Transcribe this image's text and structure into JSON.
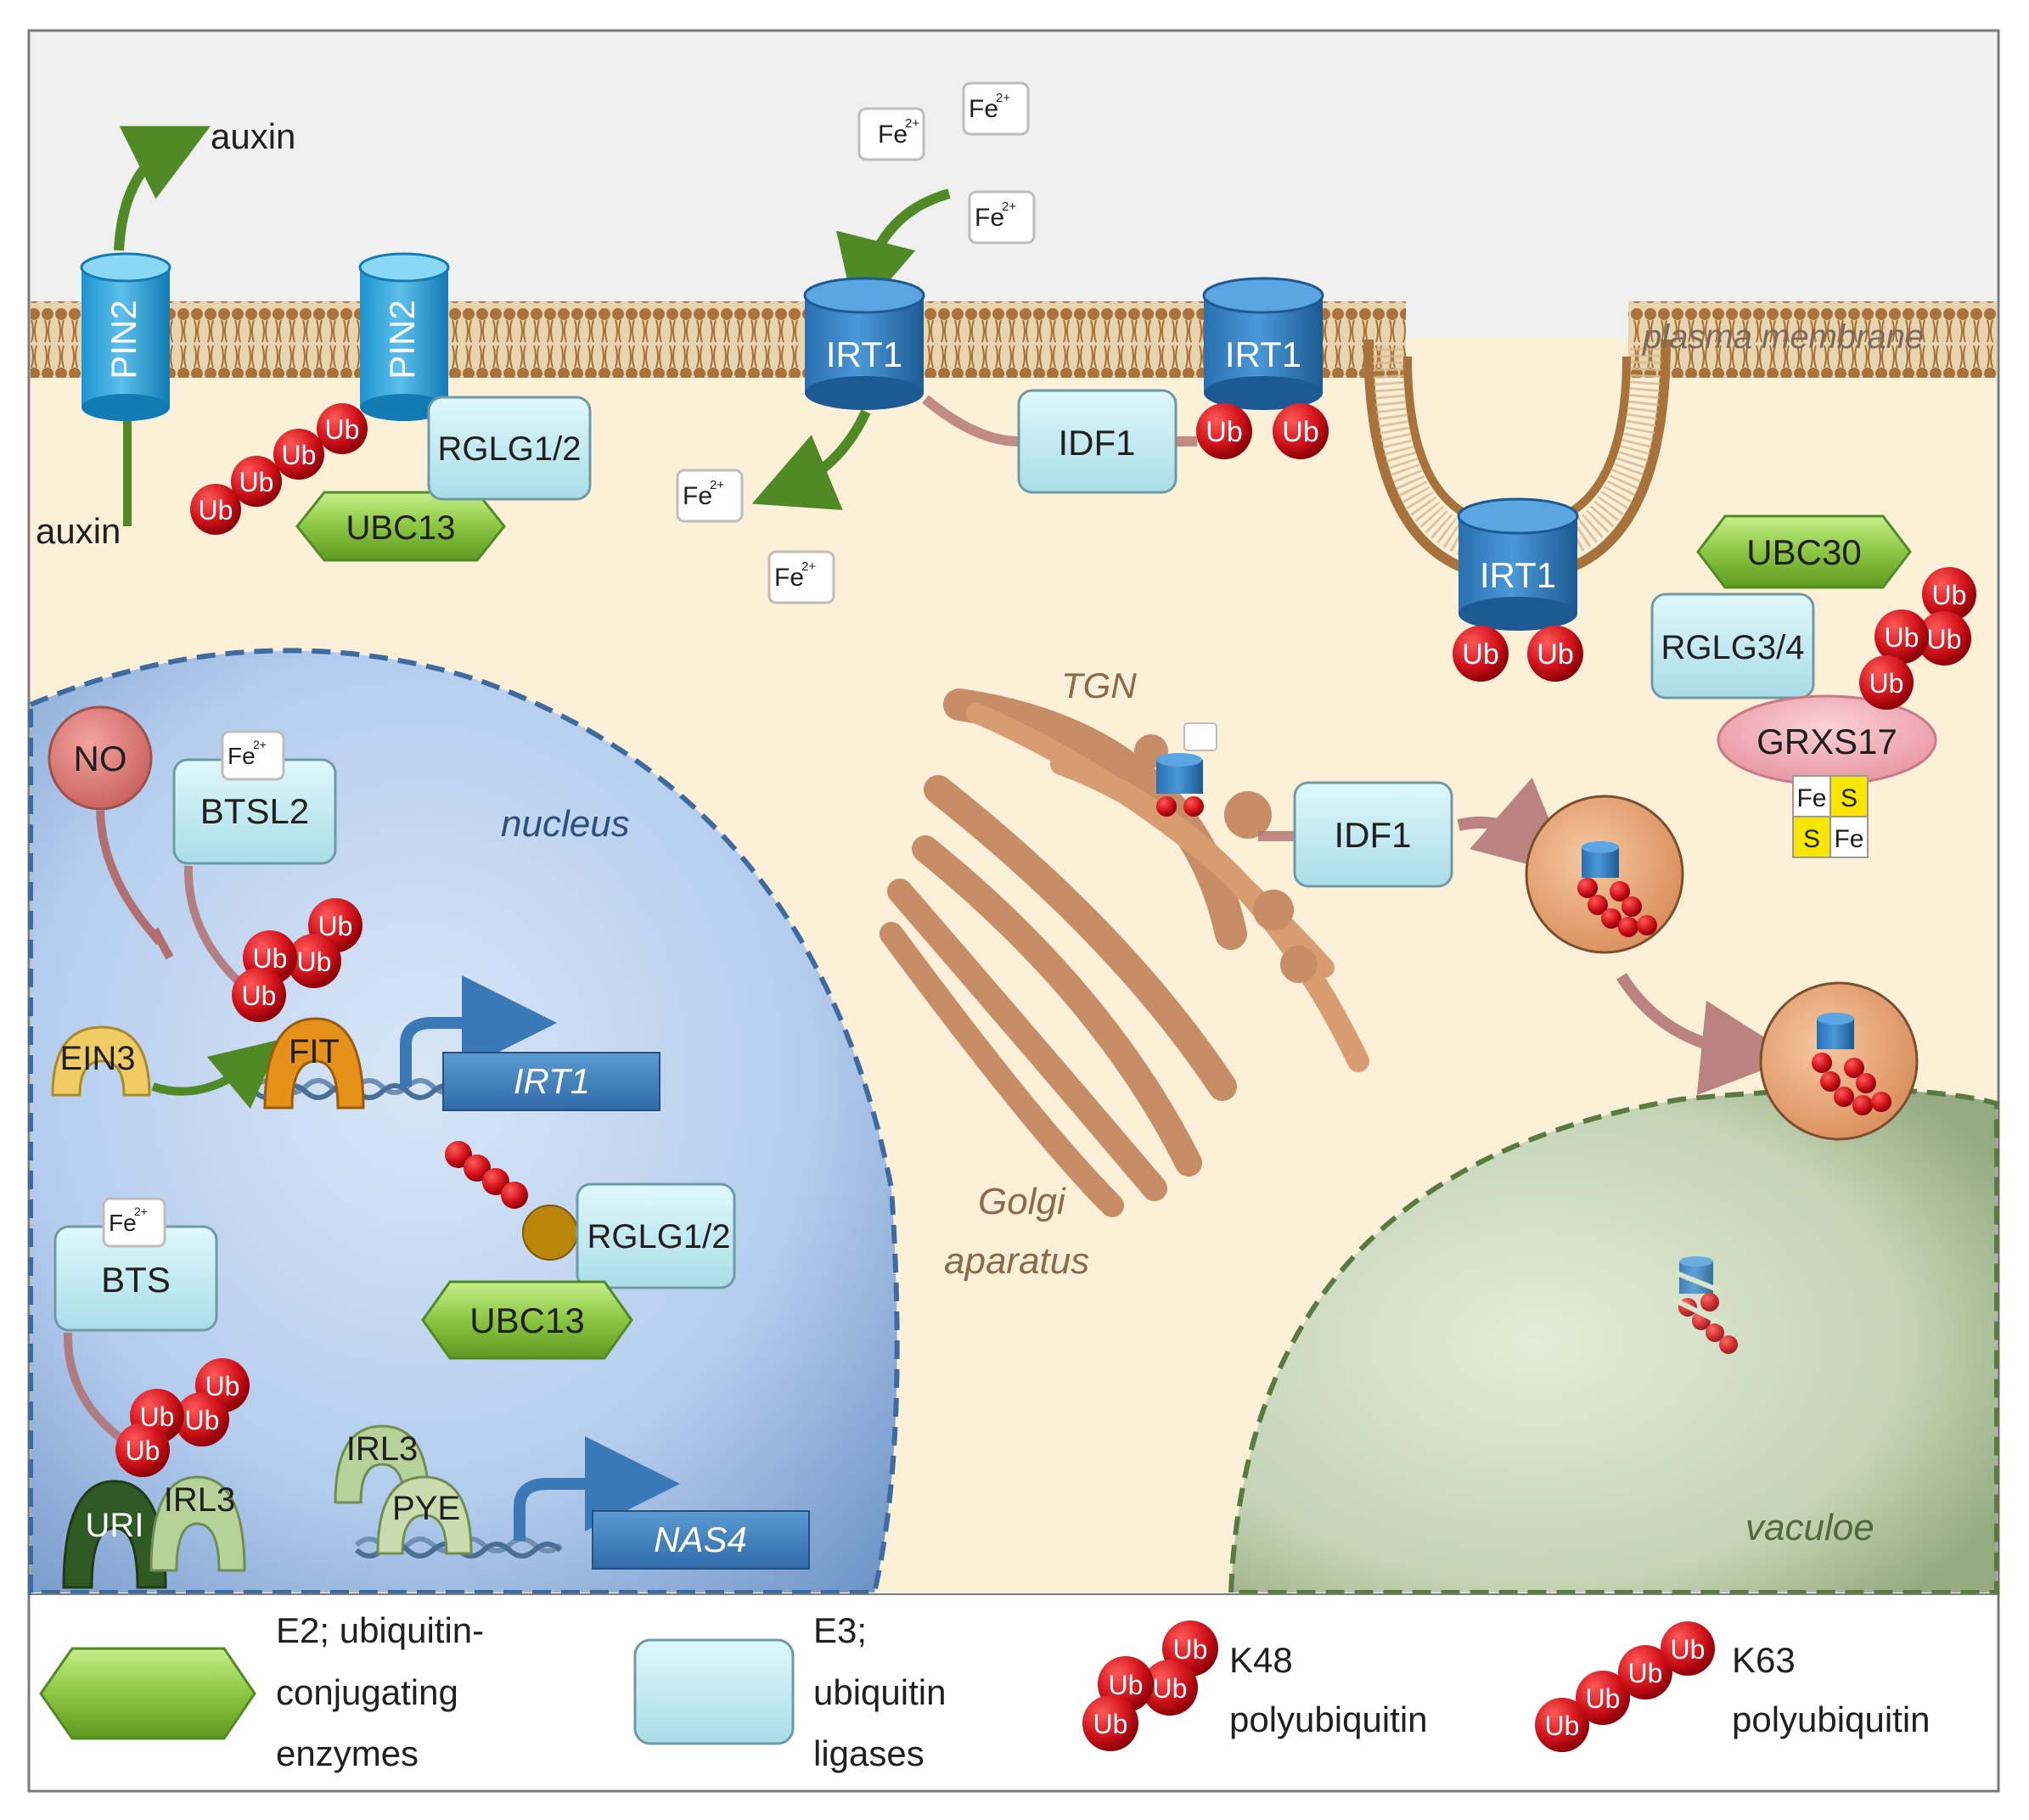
{
  "membrane": {
    "label": "plasma membrane"
  },
  "compartments": {
    "nucleus": "nucleus",
    "golgi_line1": "Golgi",
    "golgi_line2": "aparatus",
    "tgn": "TGN",
    "vacuole": "vaculoe"
  },
  "transport": {
    "auxin_top": "auxin",
    "auxin_bottom": "auxin",
    "iron_base": "Fe",
    "iron_charge": "2+",
    "no_label": "NO"
  },
  "proteins": {
    "pin2": "PIN2",
    "irt1": "IRT1",
    "ubc13": "UBC13",
    "ubc30": "UBC30",
    "rglg12": "RGLG1/2",
    "rglg34": "RGLG3/4",
    "idf1": "IDF1",
    "grxs17": "GRXS17",
    "btsl2": "BTSL2",
    "bts": "BTS",
    "fit": "FIT",
    "ein3": "EIN3",
    "uri": "URI",
    "irl3": "IRL3",
    "pye": "PYE",
    "ub": "Ub",
    "fe": "Fe",
    "s": "S"
  },
  "genes": {
    "irt1_gene": "IRT1",
    "nas4_gene": "NAS4"
  },
  "legend": {
    "e2_line1": "E2; ubiquitin-",
    "e2_line2": "conjugating",
    "e2_line3": "enzymes",
    "e3_line1": "E3;",
    "e3_line2": "ubiquitin",
    "e3_line3": "ligases",
    "k48_line1": "K48",
    "k48_line2": "polyubiquitin",
    "k63_line1": "K63",
    "k63_line2": "polyubiquitin"
  },
  "colors": {
    "cytoplasm": "#fdf0d8",
    "apoplast": "#f0f0f0",
    "nucleus": "#b5cdee",
    "vacuole": "#c3d3b4",
    "membrane": "#a8723d",
    "golgi": "#d89c70",
    "e2_green": "#8cc642",
    "e3_blue": "#c4eef5",
    "ubiquitin_red": "#d4141c",
    "transporter_blue": "#2f87c8"
  }
}
